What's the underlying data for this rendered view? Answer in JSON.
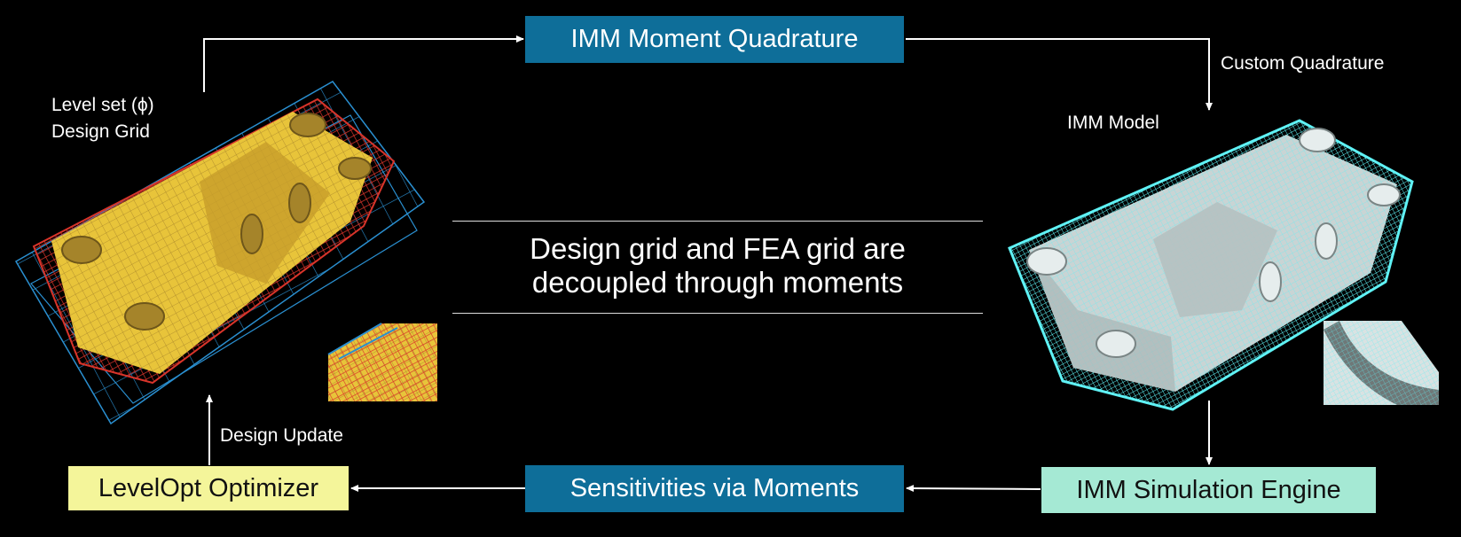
{
  "boxes": {
    "moment_quadrature": "IMM Moment Quadrature",
    "sensitivities": "Sensitivities via Moments",
    "simulation_engine": "IMM Simulation Engine",
    "optimizer": "LevelOpt Optimizer"
  },
  "labels": {
    "custom_quadrature": "Custom Quadrature",
    "imm_model": "IMM Model",
    "level_set": "Level set (ϕ)",
    "design_grid": "Design Grid",
    "design_update": "Design Update"
  },
  "central": {
    "line1": "Design grid and FEA grid are",
    "line2": "decoupled through moments"
  },
  "colors": {
    "blue_box": "#0e6e99",
    "green_box": "#a5e9d4",
    "yellow_box": "#f4f59a",
    "part_left": "#e8c43a",
    "part_right": "#5ff2f5",
    "grid_blue": "#2a8fd0",
    "grid_red": "#d8342a"
  }
}
